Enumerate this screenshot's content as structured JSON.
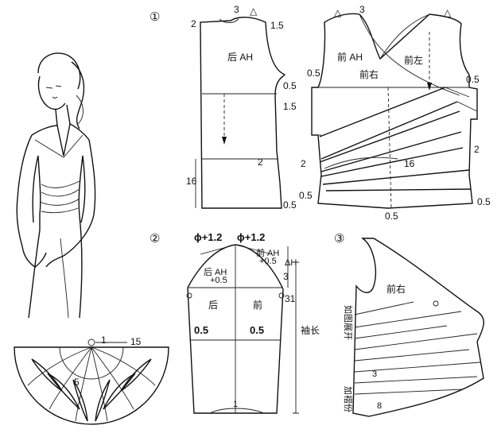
{
  "step_markers": [
    "①",
    "②",
    "③"
  ],
  "back_bodice": {
    "ah_label": "后 AH",
    "dims": {
      "top_left": "2",
      "neck": "3",
      "shoulder": "1.5",
      "side_upper": "0.5",
      "side_mid": "1.5",
      "waist": "2",
      "hem_left": "16",
      "hem_right": "0.5"
    }
  },
  "front_bodice": {
    "ah_label": "前 AH",
    "left_label": "前左",
    "right_label": "前右",
    "dims": {
      "neck": "3",
      "arm_left": "0.5",
      "arm_right": "0.5",
      "dart_left": "2",
      "dart_right": "2",
      "center": "16",
      "hem_left": "0.5",
      "hem_right": "0.5",
      "hem_center": "0.5"
    }
  },
  "sleeve": {
    "cap_left": "ϕ+1.2",
    "cap_right": "ϕ+1.2",
    "front_ah": "前 AH",
    "front_ah_adj": "+0.5",
    "back_ah": "后 AH",
    "back_ah_adj": "+0.5",
    "delta_ah": "ΔH",
    "cap_height": "3",
    "back_label": "后",
    "front_label": "前",
    "length": "31",
    "sleeve_length_label": "袖长",
    "left_offset": "0.5",
    "right_offset": "0.5",
    "hem_mark": "1"
  },
  "ruffle": {
    "r1": "1",
    "r2": "15",
    "r3": "5"
  },
  "draped_front": {
    "label": "前右",
    "side_label_upper": "如图展开",
    "side_label_lower": "加褶份",
    "mark_3": "3",
    "mark_8": "8"
  }
}
